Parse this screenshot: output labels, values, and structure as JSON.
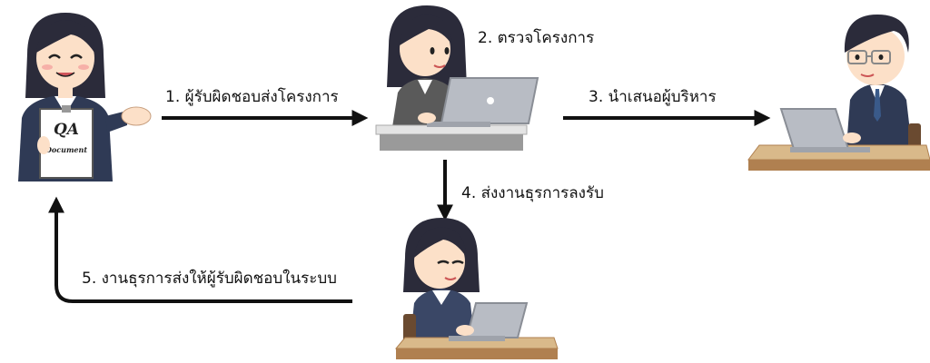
{
  "steps": [
    {
      "id": 1,
      "label": "1. ผู้รับผิดชอบส่งโครงการ"
    },
    {
      "id": 2,
      "label": "2. ตรวจโครงการ"
    },
    {
      "id": 3,
      "label": "3. นำเสนอผู้บริหาร"
    },
    {
      "id": 4,
      "label": "4. ส่งงานธุรการลงรับ"
    },
    {
      "id": 5,
      "label": "5. งานธุรการส่งให้ผู้รับผิดชอบในระบบ"
    }
  ],
  "document": {
    "title": "QA",
    "subtitle": "Document"
  },
  "colors": {
    "arrow": "#111111",
    "hair": "#2b2b3a",
    "skin": "#fce0c8",
    "laptop": "#b8bcc4",
    "desk_top": "#d9b98a",
    "desk_edge": "#b08050",
    "suit_dark": "#2f3a55",
    "suit_gray": "#5a5a5a",
    "vest": "#3a4766",
    "counter": "#e4e4e4"
  },
  "actors": [
    {
      "name": "qa-officer",
      "icon": "woman-holding-document"
    },
    {
      "name": "reviewer",
      "icon": "woman-at-laptop"
    },
    {
      "name": "executive",
      "icon": "man-at-laptop"
    },
    {
      "name": "admin-clerk",
      "icon": "woman-at-laptop"
    }
  ]
}
